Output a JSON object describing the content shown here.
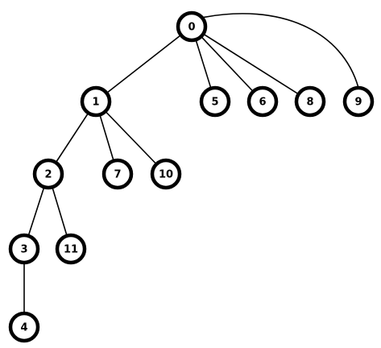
{
  "graph": {
    "nodes": [
      {
        "id": "0",
        "label": "0"
      },
      {
        "id": "1",
        "label": "1"
      },
      {
        "id": "5",
        "label": "5"
      },
      {
        "id": "6",
        "label": "6"
      },
      {
        "id": "8",
        "label": "8"
      },
      {
        "id": "9",
        "label": "9"
      },
      {
        "id": "2",
        "label": "2"
      },
      {
        "id": "7",
        "label": "7"
      },
      {
        "id": "10",
        "label": "10"
      },
      {
        "id": "3",
        "label": "3"
      },
      {
        "id": "11",
        "label": "11"
      },
      {
        "id": "4",
        "label": "4"
      }
    ],
    "edges": [
      {
        "from": "0",
        "to": "1"
      },
      {
        "from": "0",
        "to": "5"
      },
      {
        "from": "0",
        "to": "6"
      },
      {
        "from": "0",
        "to": "8"
      },
      {
        "from": "0",
        "to": "9"
      },
      {
        "from": "1",
        "to": "2"
      },
      {
        "from": "1",
        "to": "7"
      },
      {
        "from": "1",
        "to": "10"
      },
      {
        "from": "2",
        "to": "3"
      },
      {
        "from": "2",
        "to": "11"
      },
      {
        "from": "3",
        "to": "4"
      }
    ],
    "colors": {
      "stroke": "#000000",
      "fill": "#ffffff",
      "background": "#ffffff"
    }
  }
}
